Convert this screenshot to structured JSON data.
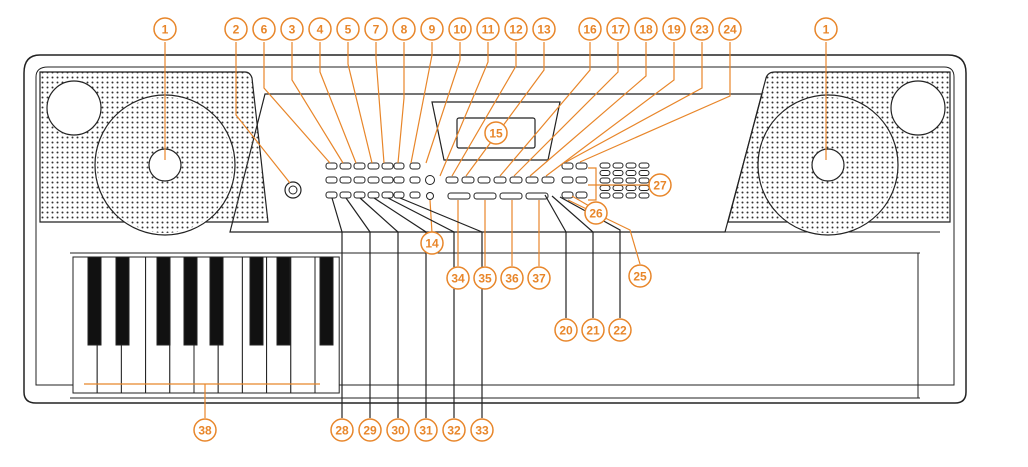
{
  "colors": {
    "accent": "#e8862a",
    "outline": "#222222",
    "key_black": "#111111",
    "speaker_dot": "#333333"
  },
  "callouts": {
    "c1": "1",
    "c2": "2",
    "c3": "3",
    "c4": "4",
    "c5": "5",
    "c6": "6",
    "c7": "7",
    "c8": "8",
    "c9": "9",
    "c10": "10",
    "c11": "11",
    "c12": "12",
    "c13": "13",
    "c14": "14",
    "c15": "15",
    "c16": "16",
    "c17": "17",
    "c18": "18",
    "c19": "19",
    "c20": "20",
    "c21": "21",
    "c22": "22",
    "c23": "23",
    "c24": "24",
    "c25": "25",
    "c26": "26",
    "c27": "27",
    "c28": "28",
    "c29": "29",
    "c30": "30",
    "c31": "31",
    "c32": "32",
    "c33": "33",
    "c34": "34",
    "c35": "35",
    "c36": "36",
    "c37": "37",
    "c38": "38"
  }
}
